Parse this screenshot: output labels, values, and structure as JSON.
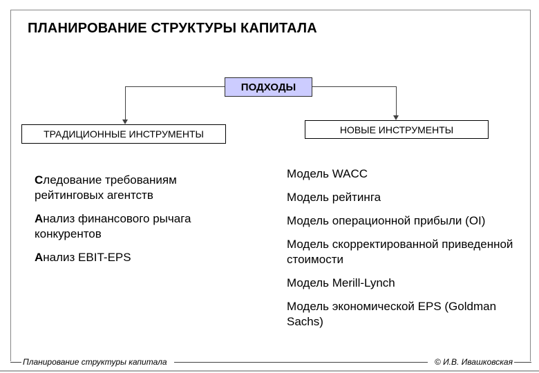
{
  "slide": {
    "title": "ПЛАНИРОВАНИЕ СТРУКТУРЫ КАПИТАЛА",
    "colors": {
      "root_box_fill": "#ccccff",
      "frame_border": "#868686",
      "connector_line": "#404040",
      "text": "#000000"
    }
  },
  "diagram": {
    "root_label": "ПОДХОДЫ",
    "left_branch_label": "ТРАДИЦИОННЫЕ ИНСТРУМЕНТЫ",
    "right_branch_label": "НОВЫЕ ИНСТРУМЕНТЫ"
  },
  "traditional_list": {
    "items": [
      {
        "lead": "С",
        "rest": "ледование требованиям рейтинговых агентств"
      },
      {
        "lead": "А",
        "rest": "нализ финансового рычага конкурентов"
      },
      {
        "lead": "А",
        "rest": "нализ EBIT-EPS"
      }
    ]
  },
  "new_list": {
    "items": [
      "Модель WACC",
      "Модель рейтинга",
      "Модель операционной прибыли (OI)",
      "Модель скорректированной приведенной стоимости",
      "Модель Merill-Lynch",
      "Модель экономической EPS (Goldman Sachs)"
    ]
  },
  "footer": {
    "left": "Планирование структуры капитала",
    "right": "© И.В. Ивашковская"
  }
}
